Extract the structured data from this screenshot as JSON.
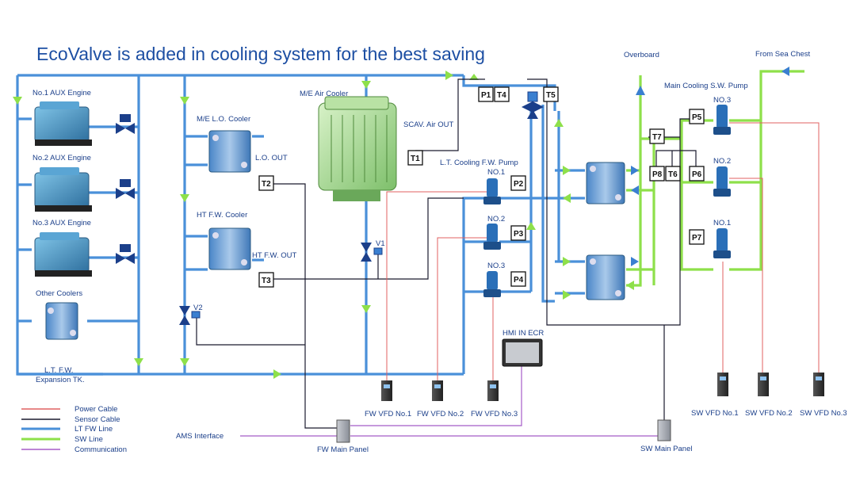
{
  "title": "EcoValve is added in cooling system for the best saving",
  "labels": {
    "aux1": "No.1 AUX Engine",
    "aux2": "No.2 AUX Engine",
    "aux3": "No.3 AUX Engine",
    "other_coolers": "Other Coolers",
    "expansion_1": "L.T. F.W.",
    "expansion_2": "Expansion TK.",
    "me_lo_cooler": "M/E L.O. Cooler",
    "lo_out": "L.O. OUT",
    "ht_fw_cooler": "HT F.W. Cooler",
    "ht_fw_out": "HT F.W. OUT",
    "me_air_cooler": "M/E Air Cooler",
    "scav_air_out": "SCAV. Air OUT",
    "lt_pump": "L.T. Cooling F.W. Pump",
    "fw_no1": "NO.1",
    "fw_no2": "NO.2",
    "fw_no3": "NO.3",
    "overboard": "Overboard",
    "from_sea_chest": "From Sea Chest",
    "sw_pump": "Main Cooling S.W. Pump",
    "sw_no3": "NO.3",
    "sw_no2": "NO.2",
    "sw_no1": "NO.1",
    "hmi": "HMI IN ECR",
    "fw_vfd1": "FW VFD No.1",
    "fw_vfd2": "FW VFD No.2",
    "fw_vfd3": "FW VFD No.3",
    "sw_vfd1": "SW VFD No.1",
    "sw_vfd2": "SW VFD No.2",
    "sw_vfd3": "SW VFD No.3",
    "ams": "AMS Interface",
    "fw_panel": "FW Main Panel",
    "sw_panel": "SW Main Panel",
    "v1": "V1",
    "v2": "V2"
  },
  "sensors": {
    "p1": "P1",
    "t4": "T4",
    "t5": "T5",
    "t1": "T1",
    "t2": "T2",
    "t3": "T3",
    "p2": "P2",
    "p3": "P3",
    "p4": "P4",
    "p5": "P5",
    "t7": "T7",
    "p8": "P8",
    "t6": "T6",
    "p6": "P6",
    "p7": "P7"
  },
  "legend": [
    {
      "label": "Power Cable",
      "color": "#e06060"
    },
    {
      "label": "Sensor Cable",
      "color": "#1a1a2e"
    },
    {
      "label": "LT FW Line",
      "color": "#4a90d9"
    },
    {
      "label": "SW Line",
      "color": "#8ee04a"
    },
    {
      "label": "Communication",
      "color": "#a55cc8"
    }
  ],
  "colors": {
    "lt_line": "#4a90d9",
    "sw_line": "#8ee04a",
    "title": "#1d4fa3"
  }
}
